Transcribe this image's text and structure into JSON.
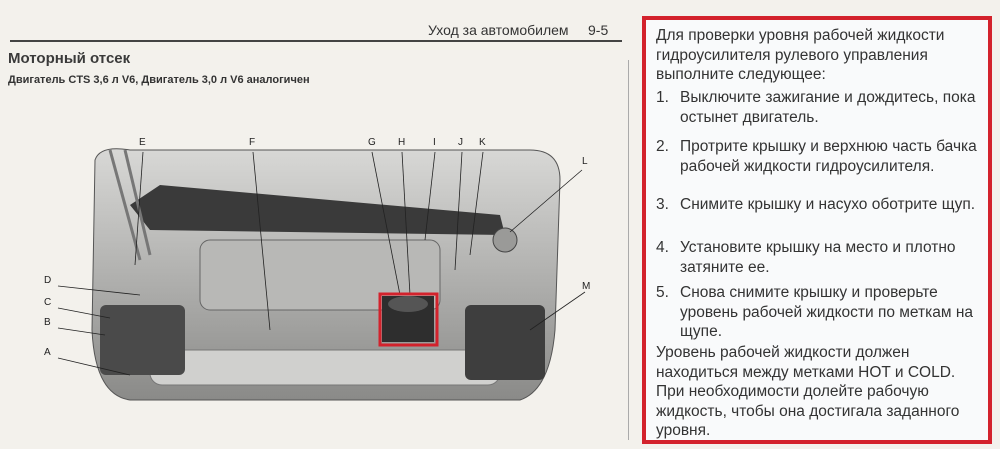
{
  "header": {
    "running_head": "Уход за автомобилем",
    "page_number": "9-5"
  },
  "section": {
    "title": "Моторный отсек",
    "subtitle": "Двигатель CTS 3,6 л V6, Двигатель 3,0 л V6 аналогичен"
  },
  "figure": {
    "callouts": [
      "A",
      "B",
      "C",
      "D",
      "E",
      "F",
      "G",
      "H",
      "I",
      "J",
      "K",
      "L",
      "M"
    ],
    "highlight_color": "#d3222c"
  },
  "panel": {
    "border_color": "#d3222c",
    "intro": "Для проверки уровня рабочей жидкости гидроусилителя рулевого управления выполните следующее:",
    "steps": [
      {
        "num": "1.",
        "text": "Выключите зажигание и дождитесь, пока остынет двигатель."
      },
      {
        "num": "2.",
        "text": "Протрите крышку и верхнюю часть бачка рабочей жидкости гидроусилителя."
      },
      {
        "num": "3.",
        "text": "Снимите крышку и насухо оботрите щуп."
      },
      {
        "num": "4.",
        "text": "Установите крышку на место и плотно затяните ее."
      },
      {
        "num": "5.",
        "text": "Снова снимите крышку и проверьте уровень рабочей жидкости по меткам на щупе."
      }
    ],
    "outro": "Уровень рабочей жидкости должен находиться между метками HOT и COLD. При необходимости долейте рабочую жидкость, чтобы она достигала заданного уровня."
  }
}
